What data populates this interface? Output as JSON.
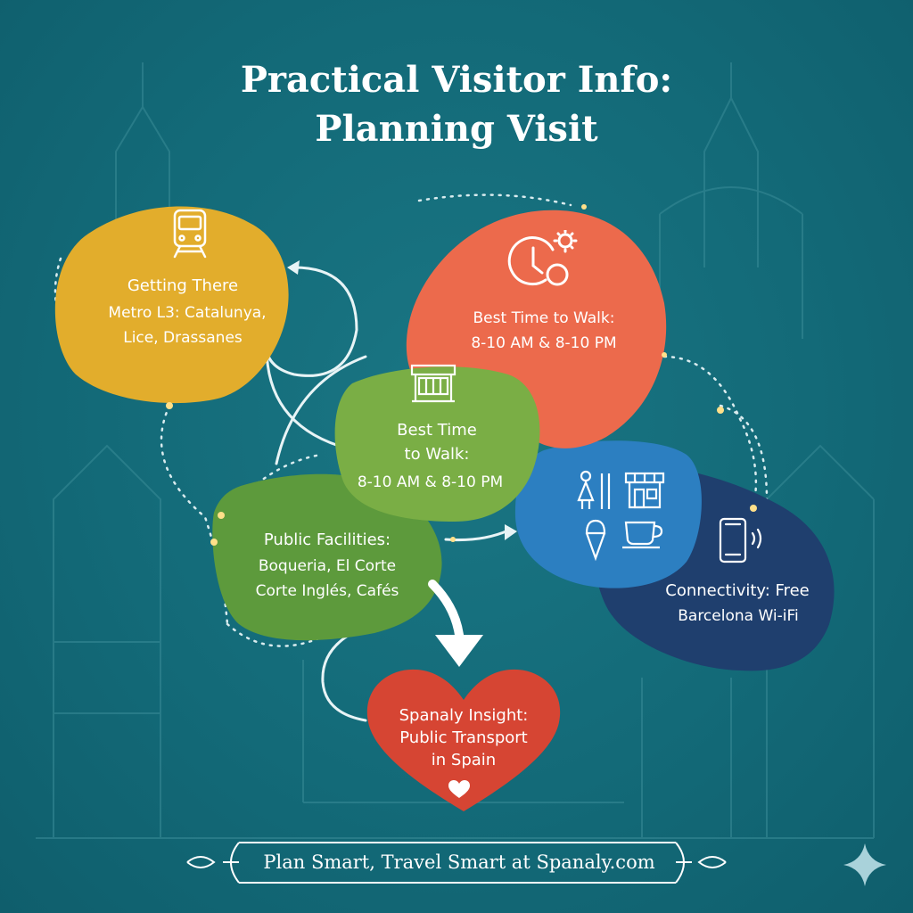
{
  "title": {
    "line1": "Practical Visitor Info:",
    "line2": "Planning Visit"
  },
  "cards": {
    "getting_there": {
      "heading": "Getting There",
      "line1": "Metro L3: Catalunya,",
      "line2": "Lice, Drassanes",
      "color": "#e2ad2c",
      "icon": "train-icon"
    },
    "best_time_orange": {
      "heading": "Best Time to Walk:",
      "line1": "8-10 AM & 8-10 PM",
      "color": "#ec6a4c",
      "icon": "clock-sun-icon"
    },
    "best_time_green": {
      "line1": "Best Time",
      "line2": "to Walk:",
      "line3": "8-10 AM & 8-10 PM",
      "color": "#7aae45",
      "icon": "market-stall-icon"
    },
    "public_facilities": {
      "heading": "Public Facilities:",
      "line1": "Boqueria, El Corte",
      "line2": "Corte Inglés, Cafés",
      "color": "#5d9a3c"
    },
    "amenities": {
      "color": "#2c7fc1",
      "icons": [
        "restroom-icon",
        "shop-icon",
        "ice-cream-icon",
        "coffee-cup-icon"
      ]
    },
    "connectivity": {
      "line1": "Connectivity: Free",
      "line2": "Barcelona Wi-iFi",
      "color": "#1f3f6e",
      "icon": "smartphone-icon"
    },
    "insight": {
      "line1": "Spanaly Insight:",
      "line2": "Public Transport",
      "line3": "in Spain",
      "color": "#d64533",
      "icon": "heart-icon"
    }
  },
  "footer": {
    "text": "Plan Smart, Travel Smart at Spanaly.com"
  }
}
